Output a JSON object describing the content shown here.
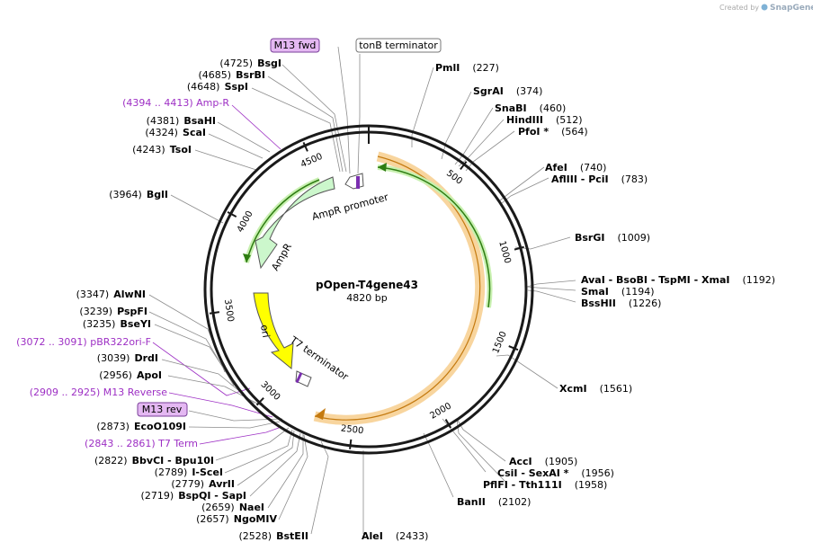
{
  "watermark": {
    "prefix": "Created by",
    "brand": "SnapGene"
  },
  "plasmid": {
    "name": "pOpen-T4gene43",
    "size": "4820 bp",
    "length": 4820
  },
  "ring_ticks": [
    {
      "bp": 500,
      "label": "500"
    },
    {
      "bp": 1000,
      "label": "1000"
    },
    {
      "bp": 1500,
      "label": "1500"
    },
    {
      "bp": 2000,
      "label": "2000"
    },
    {
      "bp": 2500,
      "label": "2500"
    },
    {
      "bp": 3000,
      "label": "3000"
    },
    {
      "bp": 3500,
      "label": "3500"
    },
    {
      "bp": 4000,
      "label": "4000"
    },
    {
      "bp": 4500,
      "label": "4500"
    }
  ],
  "features": [
    {
      "name": "AmpR promoter",
      "start": 4586,
      "end": 4690,
      "color": "#ffffff"
    },
    {
      "name": "AmpR",
      "start": 3725,
      "end": 4585,
      "color": "#ccf7cc"
    },
    {
      "name": "ori",
      "start": 3129,
      "end": 3717,
      "color": "#ffff00"
    },
    {
      "name": "T7 terminator",
      "start": 2958,
      "end": 3005,
      "color": "#ffffff"
    }
  ],
  "annotations": {
    "boxed_black": [
      {
        "label": "tonB terminator"
      }
    ],
    "boxed_purple": [
      {
        "label": "M13 fwd"
      },
      {
        "label": "M13 rev"
      }
    ],
    "purple": [
      {
        "range": "(4394 .. 4413)",
        "label": "Amp-R"
      },
      {
        "range": "(3072 .. 3091)",
        "label": "pBR322ori-F"
      },
      {
        "range": "(2909 .. 2925)",
        "label": "M13 Reverse"
      },
      {
        "range": "(2843 .. 2861)",
        "label": "T7 Term"
      }
    ],
    "sites": [
      {
        "pos": "(4725)",
        "name": "BsgI"
      },
      {
        "pos": "(4685)",
        "name": "BsrBI"
      },
      {
        "pos": "(4648)",
        "name": "SspI"
      },
      {
        "pos": "(4381)",
        "name": "BsaHI"
      },
      {
        "pos": "(4324)",
        "name": "ScaI"
      },
      {
        "pos": "(4243)",
        "name": "TsoI"
      },
      {
        "pos": "(3964)",
        "name": "BglI"
      },
      {
        "pos": "(3347)",
        "name": "AlwNI"
      },
      {
        "pos": "(3239)",
        "name": "PspFI"
      },
      {
        "pos": "(3235)",
        "name": "BseYI"
      },
      {
        "pos": "(3039)",
        "name": "DrdI"
      },
      {
        "pos": "(2956)",
        "name": "ApoI"
      },
      {
        "pos": "(2873)",
        "name": "EcoO109I"
      },
      {
        "pos": "(2822)",
        "name": "BbvCI",
        "extra": "Bpu10I"
      },
      {
        "pos": "(2789)",
        "name": "I-SceI"
      },
      {
        "pos": "(2779)",
        "name": "AvrII"
      },
      {
        "pos": "(2719)",
        "name": "BspQI",
        "extra": "SapI"
      },
      {
        "pos": "(2659)",
        "name": "NaeI"
      },
      {
        "pos": "(2657)",
        "name": "NgoMIV"
      },
      {
        "pos": "(2528)",
        "name": "BstEII"
      },
      {
        "name": "PmlI",
        "pos": "(227)"
      },
      {
        "name": "SgrAI",
        "pos": "(374)"
      },
      {
        "name": "SnaBI",
        "pos": "(460)"
      },
      {
        "name": "HindIII",
        "pos": "(512)"
      },
      {
        "name": "PfoI *",
        "pos": "(564)"
      },
      {
        "name": "AfeI",
        "pos": "(740)"
      },
      {
        "name": "AflIII",
        "extra": "PciI",
        "pos": "(783)"
      },
      {
        "name": "BsrGI",
        "pos": "(1009)"
      },
      {
        "name": "AvaI",
        "extra": "BsoBI",
        "extra2": "TspMI",
        "extra3": "XmaI",
        "pos": "(1192)"
      },
      {
        "name": "SmaI",
        "pos": "(1194)"
      },
      {
        "name": "BssHII",
        "pos": "(1226)"
      },
      {
        "name": "XcmI",
        "pos": "(1561)"
      },
      {
        "name": "AccI",
        "pos": "(1905)"
      },
      {
        "name": "CsiI",
        "extra": "SexAI *",
        "pos": "(1956)"
      },
      {
        "name": "PflFI",
        "extra": "Tth111I",
        "pos": "(1958)"
      },
      {
        "name": "BanII",
        "pos": "(2102)"
      },
      {
        "name": "AleI",
        "pos": "(2433)"
      }
    ]
  }
}
